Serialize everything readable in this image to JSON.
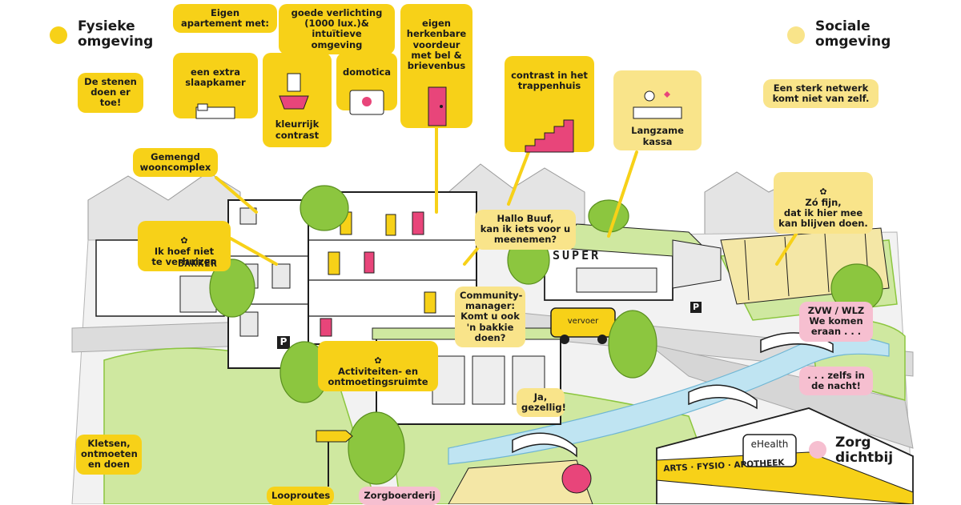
{
  "colors": {
    "accent_yellow": "#f7d118",
    "pale_yellow": "#f9e48a",
    "care_pink": "#f6bfd0",
    "magenta": "#e8457a",
    "tree_green": "#8cc63f",
    "outline": "#1e1e1e"
  },
  "headings": {
    "physical": "Fysieke\nomgeving",
    "social": "Sociale\nomgeving",
    "care": "Zorg\ndichtbij"
  },
  "physical_bubbles": {
    "stones": "De stenen\ndoen er toe!",
    "own_apartment": "Eigen\napartement met:",
    "extra_bedroom": "een extra\nslaapkamer",
    "colorful_contrast": "kleurrijk\ncontrast",
    "lighting": "goede verlichting\n(1000 lux.)& intuïtieve\nomgeving",
    "domotica": "domotica",
    "front_door": "eigen\nherkenbare\nvoordeur\nmet bel &\nbrievenbus",
    "stairwell": "contrast in het\ntrappenhuis",
    "mixed_complex": "Gemengd\nwooncomplex",
    "no_move": "Ik hoef niet\nte verhuizen",
    "activities_room": "Activiteiten- en\nontmoetingsruimte",
    "chat_meet": "Kletsen,\nontmoeten\nen doen",
    "walking_routes": "Looproutes",
    "care_farm": "Zorgboerderij"
  },
  "social_bubbles": {
    "network": "Een sterk netwerk\nkomt niet van zelf.",
    "slow_checkout": "Langzame\nkassa",
    "keep_doing": "Zó fijn,\ndat ik hier mee\nkan blijven doen.",
    "hello_neighbour": "Hallo Buuf,\nkan ik iets voor u\nmeenemen?",
    "community_manager": "Community-\nmanager:\nKomt u ook\n'n bakkie\ndoen?",
    "yes_cozy": "Ja,\ngezellig!"
  },
  "care_bubbles": {
    "zvw_wlz": "ZVW / WLZ\nWe komen\neraan . . .",
    "even_night": ". . . zelfs in\nde nacht!"
  },
  "signs": {
    "bakery": "BAKKER",
    "supermarket": "SUPER",
    "transport": "vervoer",
    "parking": "P",
    "ehealth": "eHealth",
    "medical_strip": "ARTS · FYSIO · APOTHEEK"
  }
}
